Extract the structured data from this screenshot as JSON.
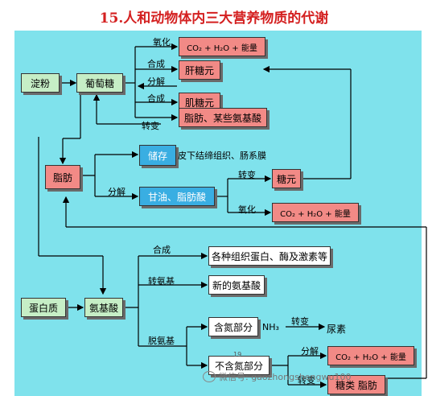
{
  "title": "15.人和动物体内三大营养物质的代谢",
  "nodes": {
    "starch": "淀粉",
    "glucose": "葡萄糖",
    "co2_1": "CO₂ + H₂O + 能量",
    "liver_glycogen": "肝糖元",
    "muscle_glycogen": "肌糖元",
    "fat_amino": "脂肪、某些氨基酸",
    "fat": "脂肪",
    "storage": "储存",
    "glycerol": "甘油、脂肪酸",
    "glycogen": "糖元",
    "co2_2": "CO₂ + H₂O + 能量",
    "protein": "蛋白质",
    "amino_acid": "氨基酸",
    "tissues": "各种组织蛋白、酶及激素等",
    "new_amino": "新的氨基酸",
    "n_part": "含氮部分",
    "non_n_part": "不含氮部分",
    "co2_3": "CO₂ + H₂O + 能量",
    "sugar_fat": "糖类  脂肪"
  },
  "labels": {
    "oxidize1": "氧化",
    "synth1": "合成",
    "decomp1": "分解",
    "synth2": "合成",
    "convert1": "转变",
    "storage_desc": "皮下结缔组织、肠系膜",
    "decomp2": "分解",
    "convert2": "转变",
    "oxidize2": "氧化",
    "synth3": "合成",
    "transam": "转氨基",
    "deam": "脱氨基",
    "nh3": "NH₃",
    "convert3": "转变",
    "urea": "尿素",
    "decomp3": "分解",
    "convert4": "转变",
    "small_num": "19"
  },
  "watermark": "微信号: gaozhongshengwu100",
  "colors": {
    "title": "#d42020",
    "panel": "#7fe2ec",
    "green": "#c6eec6",
    "pink": "#f28a86",
    "blue": "#39aee2"
  }
}
